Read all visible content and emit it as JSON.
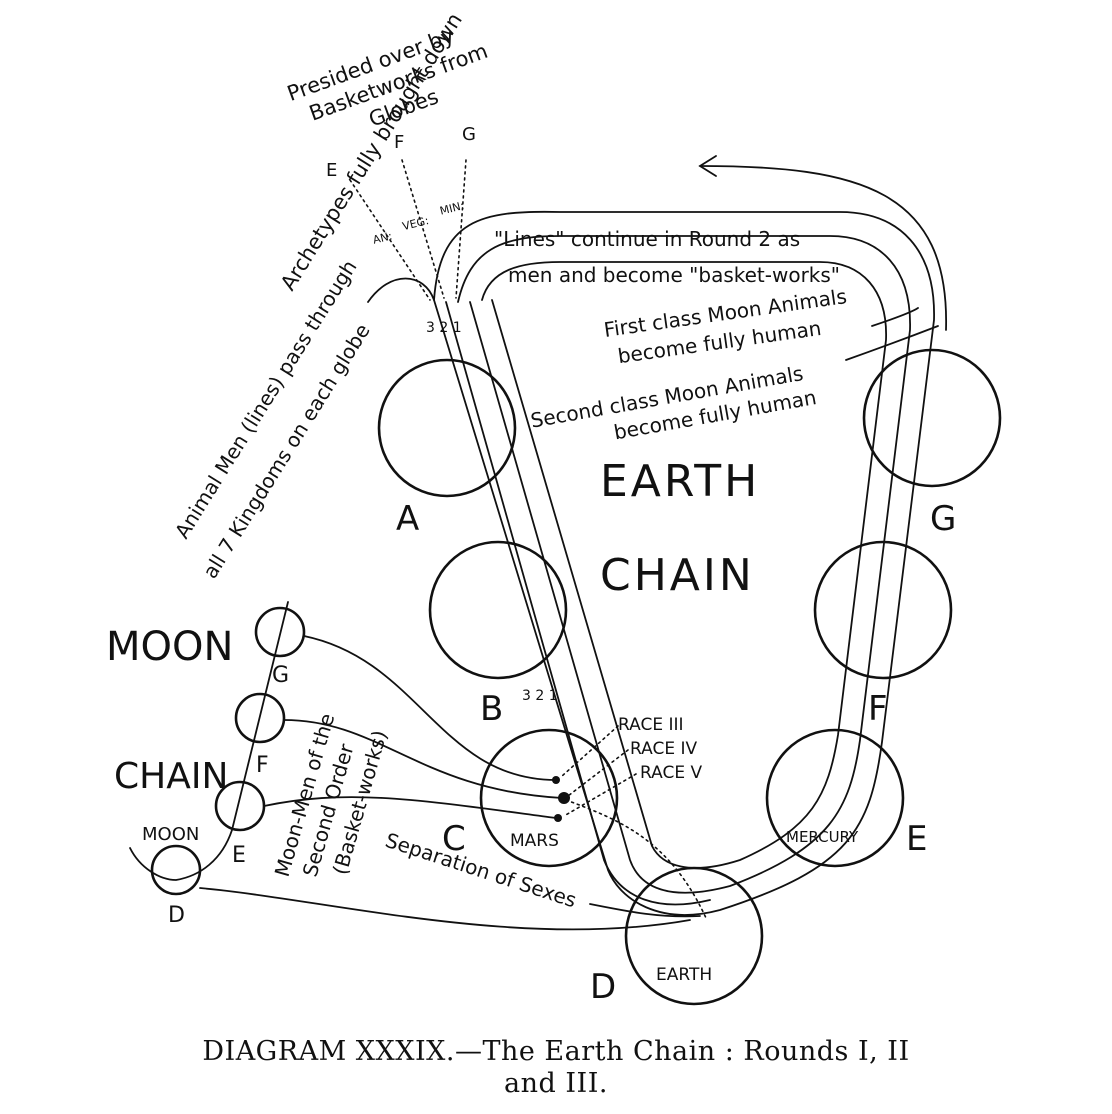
{
  "caption": {
    "line1": "DIAGRAM XXXIX.—The Earth Chain : Rounds I, II",
    "line2": "and III."
  },
  "earth_chain": {
    "title_line1": "EARTH",
    "title_line2": "CHAIN",
    "globes": {
      "a": "A",
      "b": "B",
      "c": "C",
      "d": "D",
      "e": "E",
      "f": "F",
      "g": "G"
    },
    "globe_names": {
      "mars": "MARS",
      "earth": "EARTH",
      "mercury": "MERCURY"
    }
  },
  "moon_chain": {
    "title_line1": "MOON",
    "title_line2": "CHAIN",
    "moon_label": "MOON",
    "globes": {
      "d": "D",
      "e": "E",
      "f": "F",
      "g": "G"
    }
  },
  "annotations": {
    "presided_line1": "Presided over by",
    "presided_line2": "Basketworks from",
    "presided_line3": "Globes",
    "globe_letter_e": "E",
    "globe_letter_f": "F",
    "globe_letter_g": "G",
    "archetypes": "Archetypes fully brought down",
    "kingdom_an": "AN:",
    "kingdom_veg": "VEG:",
    "kingdom_min": "MIN:",
    "animal_men_line1": "Animal Men (lines) pass through",
    "animal_men_line2": "all 7 Kingdoms on each globe",
    "lines_continue_line1": "\"Lines\" continue in Round 2 as",
    "lines_continue_line2": "men and become \"basket-works\"",
    "first_class_line1": "First class Moon Animals",
    "first_class_line2": "become fully human",
    "second_class_line1": "Second class Moon Animals",
    "second_class_line2": "become fully human",
    "moon_men_line1": "Moon-Men of the",
    "moon_men_line2": "Second Order",
    "moon_men_line3": "(Basket-works)",
    "race3": "RACE III",
    "race4": "RACE IV",
    "race5": "RACE V",
    "separation": "Separation of Sexes",
    "round_numbers_top": "3 2 1",
    "round_numbers_b": "3 2 1"
  }
}
